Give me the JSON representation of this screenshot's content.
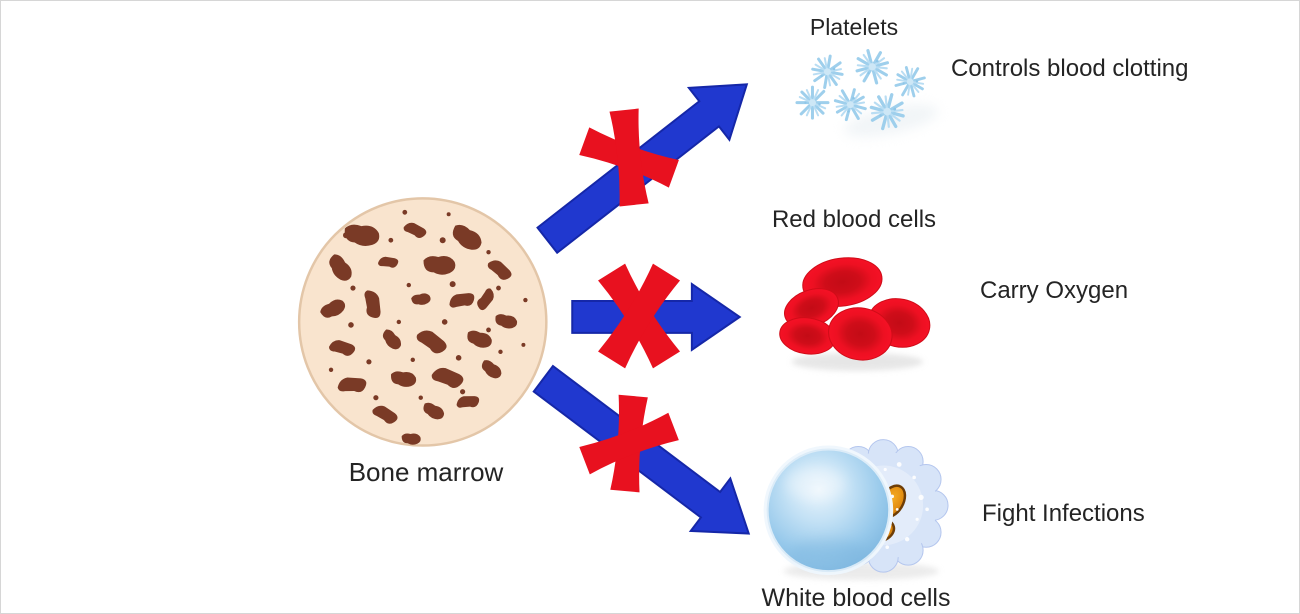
{
  "figure": {
    "source_label": "Bone marrow",
    "branches": [
      {
        "id": "platelets",
        "cell_label": "Platelets",
        "function_label": "Controls blood clotting"
      },
      {
        "id": "red-blood-cells",
        "cell_label": "Red blood cells",
        "function_label": "Carry Oxygen"
      },
      {
        "id": "white-blood-cells",
        "cell_label": "White blood cells",
        "function_label": "Fight Infections"
      }
    ],
    "colors": {
      "arrow_blue": "#2038cf",
      "arrow_outline": "#1527a8",
      "cross_red": "#e8111f",
      "bone_marrow_fill": "#f9e4ce",
      "bone_marrow_spot": "#7a3a26",
      "platelet_blue": "#9ecfec",
      "rbc_red": "#e80f1d",
      "wbc_body_blue": "#d7e4f8",
      "wbc_sphere_blue": "#97c9eb",
      "wbc_nucleus_orange": "#e08a10",
      "text": "#242424",
      "background": "#ffffff"
    }
  }
}
